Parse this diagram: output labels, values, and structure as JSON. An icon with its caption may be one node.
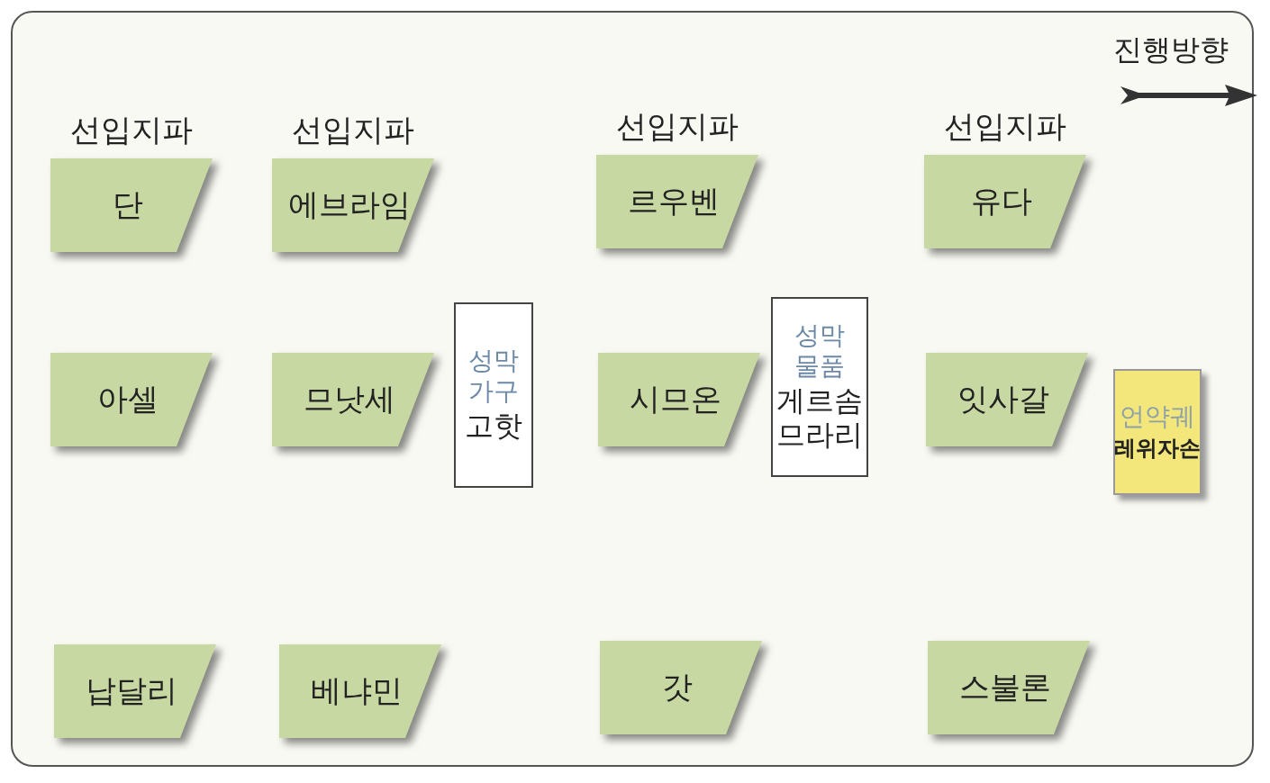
{
  "diagram": {
    "nodes": [
      {
        "text": [
          "선입지파",
          "단"
        ]
      },
      {
        "text": [
          "선입지파",
          "에브라임"
        ]
      },
      {
        "text": [
          "선입지파",
          "르우벤"
        ]
      },
      {
        "text": [
          "선입지파",
          "유다"
        ]
      },
      {
        "text": [
          "아셀"
        ]
      },
      {
        "text": [
          "므낫세"
        ]
      },
      {
        "text": [
          "성막 가구",
          "고핫"
        ]
      },
      {
        "text": [
          "시므온"
        ]
      },
      {
        "text": [
          "성막 물품",
          "게르솜 므라리"
        ]
      },
      {
        "text": [
          "잇사갈"
        ]
      },
      {
        "text": [
          "언약궤",
          "레위자손"
        ]
      },
      {
        "text": [
          "납달리"
        ]
      },
      {
        "text": [
          "베냐민"
        ]
      },
      {
        "text": [
          "갓"
        ]
      },
      {
        "text": [
          "스불론"
        ]
      }
    ],
    "labels": [
      "진행방향"
    ]
  }
}
